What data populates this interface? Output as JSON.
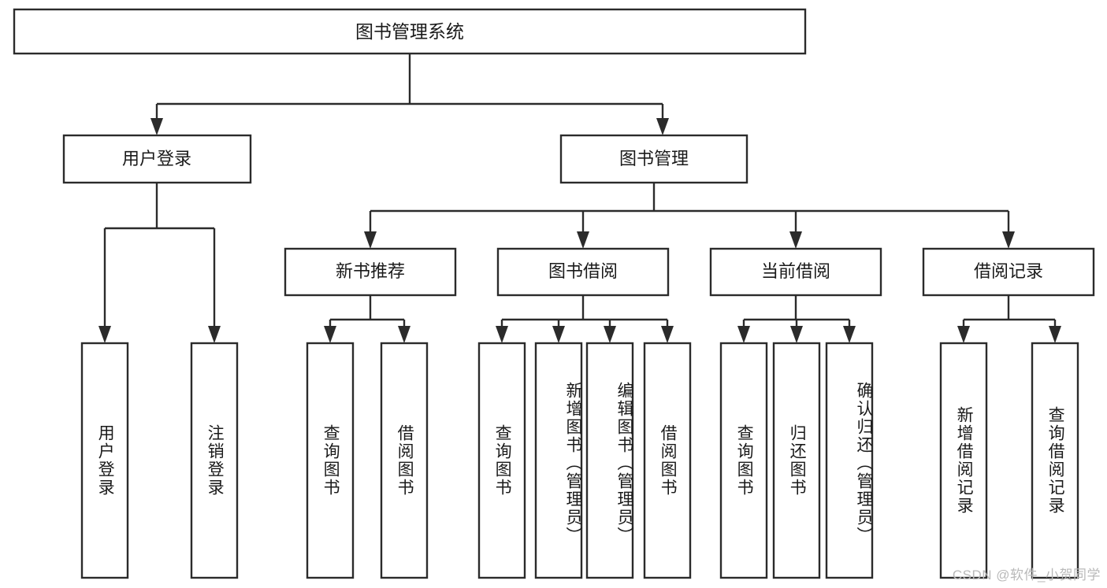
{
  "diagram": {
    "type": "tree-hierarchy",
    "title": "图书管理系统",
    "orientation": "top-down",
    "watermark": "CSDN @软件_小贺同学",
    "colors": {
      "stroke": "#2b2b2b",
      "box_fill": "#ffffff",
      "text": "#1a1a1a",
      "background": "#ffffff",
      "watermark": "#b9b9b9"
    },
    "levels": {
      "root": {
        "label": "图书管理系统"
      },
      "level2": [
        {
          "id": "user-login",
          "label": "用户登录"
        },
        {
          "id": "book-management",
          "label": "图书管理"
        }
      ],
      "level3": [
        {
          "id": "new-book-recommend",
          "label": "新书推荐",
          "parent": "book-management"
        },
        {
          "id": "book-borrow",
          "label": "图书借阅",
          "parent": "book-management"
        },
        {
          "id": "current-borrow",
          "label": "当前借阅",
          "parent": "book-management"
        },
        {
          "id": "borrow-record",
          "label": "借阅记录",
          "parent": "book-management"
        }
      ],
      "leaves": [
        {
          "id": "leaf-user-login",
          "label": "用户登录",
          "parent": "user-login"
        },
        {
          "id": "leaf-logout-login",
          "label": "注销登录",
          "parent": "user-login"
        },
        {
          "id": "leaf-query-book-1",
          "label": "查询图书",
          "parent": "new-book-recommend"
        },
        {
          "id": "leaf-borrow-book-1",
          "label": "借阅图书",
          "parent": "new-book-recommend"
        },
        {
          "id": "leaf-query-book-2",
          "label": "查询图书",
          "parent": "book-borrow"
        },
        {
          "id": "leaf-add-book-admin",
          "label": "新增图书（管理员）",
          "parent": "book-borrow"
        },
        {
          "id": "leaf-edit-book-admin",
          "label": "编辑图书（管理员）",
          "parent": "book-borrow"
        },
        {
          "id": "leaf-borrow-book-2",
          "label": "借阅图书",
          "parent": "book-borrow"
        },
        {
          "id": "leaf-query-book-3",
          "label": "查询图书",
          "parent": "current-borrow"
        },
        {
          "id": "leaf-return-book",
          "label": "归还图书",
          "parent": "current-borrow"
        },
        {
          "id": "leaf-confirm-return-admin",
          "label": "确认归还（管理员）",
          "parent": "current-borrow"
        },
        {
          "id": "leaf-add-borrow-record",
          "label": "新增借阅记录",
          "parent": "borrow-record"
        },
        {
          "id": "leaf-query-borrow-record",
          "label": "查询借阅记录",
          "parent": "borrow-record"
        }
      ]
    }
  }
}
